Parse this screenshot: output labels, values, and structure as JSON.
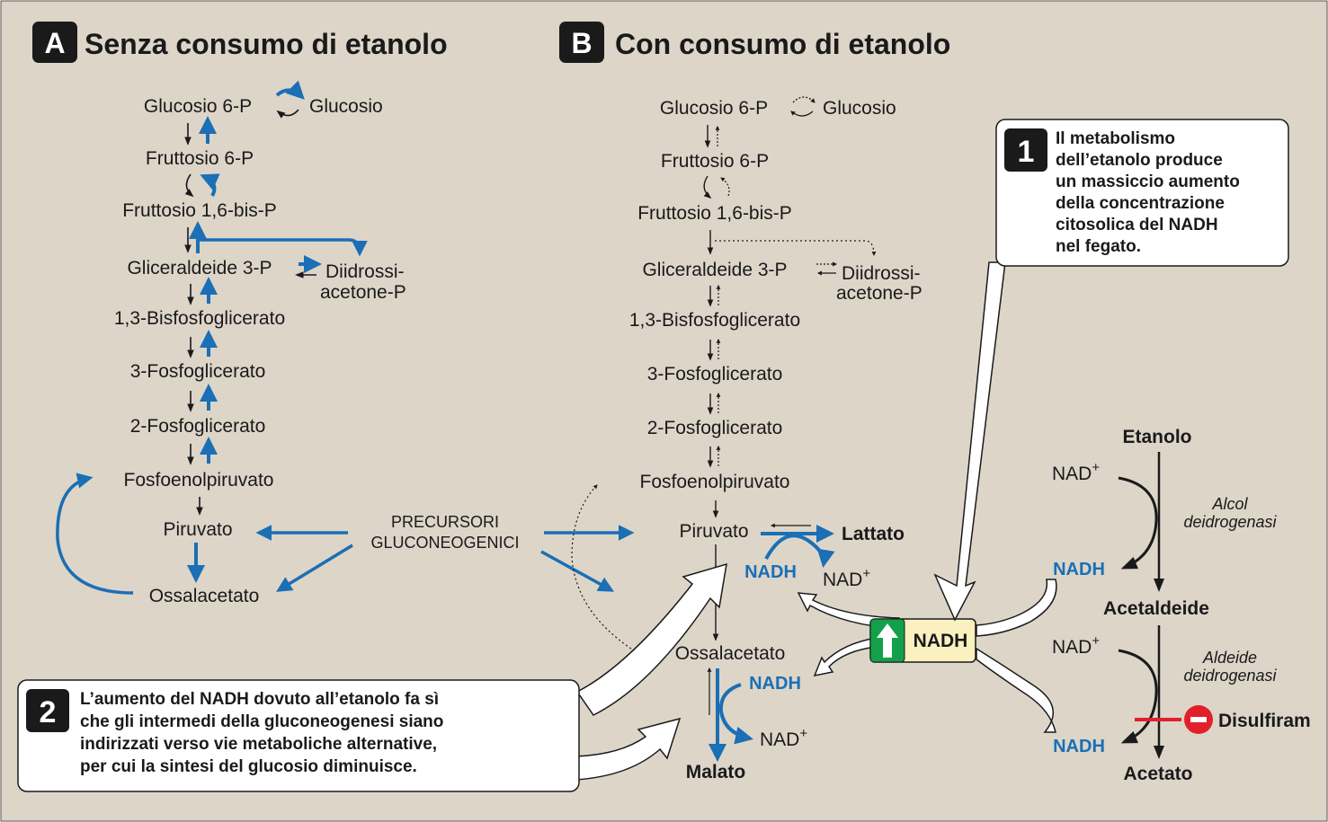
{
  "panel_a": {
    "letter": "A",
    "title": "Senza consumo di etanolo",
    "nodes": {
      "g6p": "Glucosio 6-P",
      "glucose": "Glucosio",
      "f6p": "Fruttosio 6-P",
      "f16bp": "Fruttosio 1,6-bis-P",
      "gap": "Gliceraldeide 3-P",
      "dhap_1": "Diidrossi-",
      "dhap_2": "acetone-P",
      "bpg13": "1,3-Bisfosfoglicerato",
      "pg3": "3-Fosfoglicerato",
      "pg2": "2-Fosfoglicerato",
      "pep": "Fosfoenolpiruvato",
      "pyruvate": "Piruvato",
      "oaa": "Ossalacetato"
    }
  },
  "precursors": {
    "line1": "PRECURSORI",
    "line2": "GLUCONEOGENICI"
  },
  "panel_b": {
    "letter": "B",
    "title": "Con consumo di etanolo",
    "nodes": {
      "g6p": "Glucosio 6-P",
      "glucose": "Glucosio",
      "f6p": "Fruttosio 6-P",
      "f16bp": "Fruttosio 1,6-bis-P",
      "gap": "Gliceraldeide 3-P",
      "dhap_1": "Diidrossi-",
      "dhap_2": "acetone-P",
      "bpg13": "1,3-Bisfosfoglicerato",
      "pg3": "3-Fosfoglicerato",
      "pg2": "2-Fosfoglicerato",
      "pep": "Fosfoenolpiruvato",
      "pyruvate": "Piruvato",
      "lactate": "Lattato",
      "nadh_1": "NADH",
      "nad_1": "NAD",
      "oaa": "Ossalacetato",
      "nadh_2": "NADH",
      "nad_2": "NAD",
      "malate": "Malato"
    }
  },
  "ethanol_path": {
    "ethanol": "Etanolo",
    "nad_1": "NAD",
    "enzyme_1_line1": "Alcol",
    "enzyme_1_line2": "deidrogenasi",
    "nadh_1": "NADH",
    "acetaldehyde": "Acetaldeide",
    "nad_2": "NAD",
    "enzyme_2_line1": "Aldeide",
    "enzyme_2_line2": "deidrogenasi",
    "nadh_2": "NADH",
    "acetate": "Acetato",
    "inhibitor": "Disulfiram",
    "plus_sign": "+"
  },
  "nadh_box": {
    "label": "NADH"
  },
  "callout_1": {
    "number": "1",
    "lines": [
      "Il metabolismo",
      "dell’etanolo produce",
      "un massiccio aumento",
      "della concentrazione",
      "citosolica del NADH",
      "nel fegato."
    ]
  },
  "callout_2": {
    "number": "2",
    "lines": [
      "L’aumento del NADH dovuto all’etanolo fa sì",
      "che gli intermedi della gluconeogenesi siano",
      "indirizzati verso vie metaboliche alternative,",
      "per cui la sintesi del glucosio diminuisce."
    ]
  },
  "colors": {
    "background": "#ddd5c8",
    "blue": "#1a6fb5",
    "green": "#13a04a",
    "nadh_box": "#fbf1c0",
    "red": "#e2202c",
    "dark": "#1a1a1a"
  }
}
